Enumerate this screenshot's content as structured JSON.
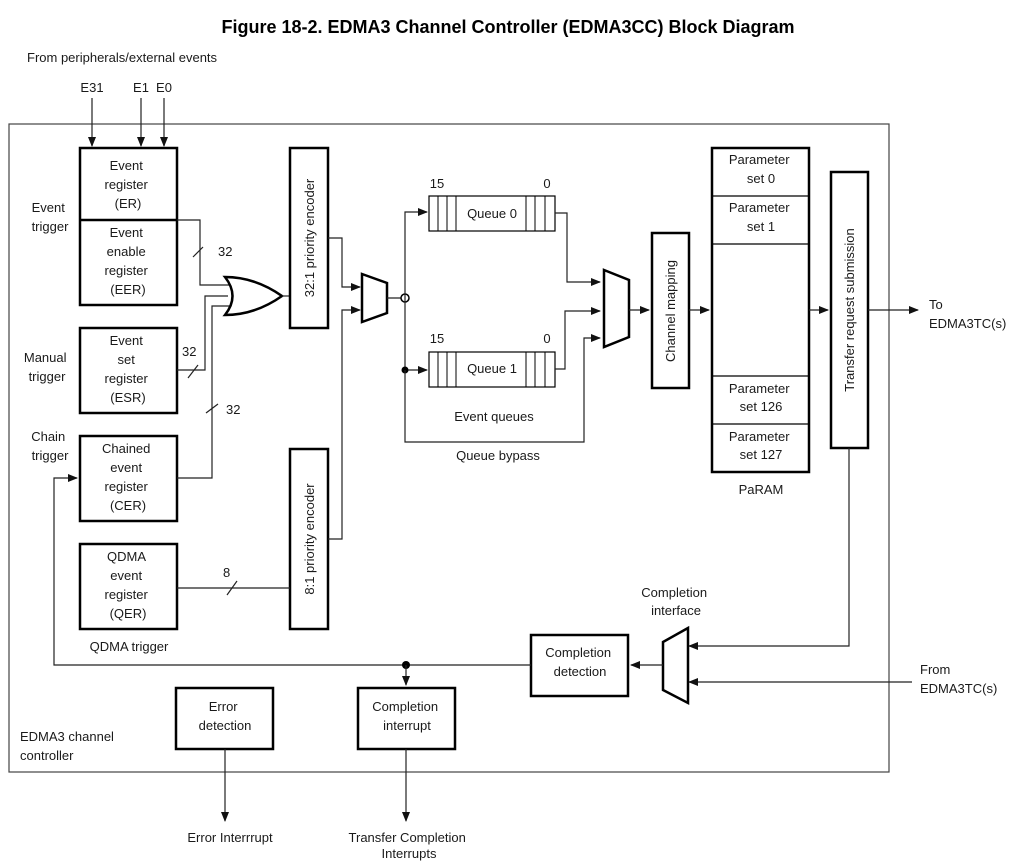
{
  "title": "Figure 18-2. EDMA3 Channel Controller (EDMA3CC) Block Diagram",
  "sources": {
    "caption": "From peripherals/external events",
    "e31": "E31",
    "e1": "E1",
    "e0": "E0"
  },
  "triggers": {
    "event": [
      "Event",
      "trigger"
    ],
    "manual": [
      "Manual",
      "trigger"
    ],
    "chain": [
      "Chain",
      "trigger"
    ],
    "qdma": "QDMA trigger"
  },
  "registers": {
    "er": [
      "Event",
      "register",
      "(ER)"
    ],
    "eer": [
      "Event",
      "enable",
      "register",
      "(EER)"
    ],
    "esr": [
      "Event",
      "set",
      "register",
      "(ESR)"
    ],
    "cer": [
      "Chained",
      "event",
      "register",
      "(CER)"
    ],
    "qer": [
      "QDMA",
      "event",
      "register",
      "(QER)"
    ]
  },
  "bus_widths": {
    "eer": "32",
    "esr": "32",
    "cer": "32",
    "qer": "8"
  },
  "encoders": {
    "main": "32:1 priority encoder",
    "qdma": "8:1 priority encoder"
  },
  "queues": {
    "q0": "Queue 0",
    "q1": "Queue 1",
    "hi": "15",
    "lo": "0",
    "caption": "Event queues",
    "bypass": "Queue bypass"
  },
  "channel_mapping": "Channel mapping",
  "param": {
    "set0": [
      "Parameter",
      "set 0"
    ],
    "set1": [
      "Parameter",
      "set 1"
    ],
    "set126": [
      "Parameter",
      "set 126"
    ],
    "set127": [
      "Parameter",
      "set 127"
    ],
    "caption": "PaRAM"
  },
  "transfer_submission": "Transfer request submission",
  "to_tc": [
    "To",
    "EDMA3TC(s)"
  ],
  "from_tc": [
    "From",
    "EDMA3TC(s)"
  ],
  "completion_interface": [
    "Completion",
    "interface"
  ],
  "completion_detection": [
    "Completion",
    "detection"
  ],
  "error_detection": [
    "Error",
    "detection"
  ],
  "completion_interrupt": [
    "Completion",
    "interrupt"
  ],
  "controller": [
    "EDMA3 channel",
    "controller"
  ],
  "outputs": {
    "error": "Error Interrrupt",
    "transfer": [
      "Transfer Completion",
      "Interrupts"
    ]
  }
}
